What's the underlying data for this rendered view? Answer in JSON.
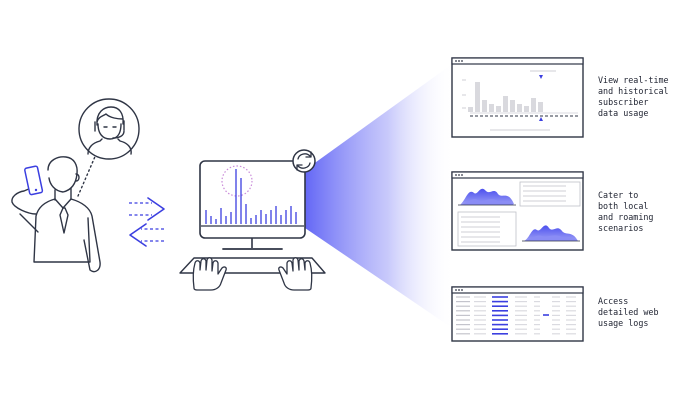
{
  "colors": {
    "outline": "#2f3545",
    "accent": "#3b3fe0",
    "accent_light": "#8a8cf5",
    "placeholder": "#d9d9de"
  },
  "icons": {
    "person": "support-agent-icon",
    "phone": "smartphone-icon",
    "exchange": "bidirectional-arrows-icon",
    "sync": "sync-icon",
    "computer": "desktop-computer-icon"
  },
  "features": [
    {
      "label": "View real-time\nand historical\nsubscriber\ndata usage",
      "thumbnail": "bar-chart-dashboard"
    },
    {
      "label": "Cater to\nboth local\nand roaming\nscenarios",
      "thumbnail": "area-chart-dashboard"
    },
    {
      "label": "Access\ndetailed web\nusage logs",
      "thumbnail": "table-log-dashboard"
    }
  ]
}
